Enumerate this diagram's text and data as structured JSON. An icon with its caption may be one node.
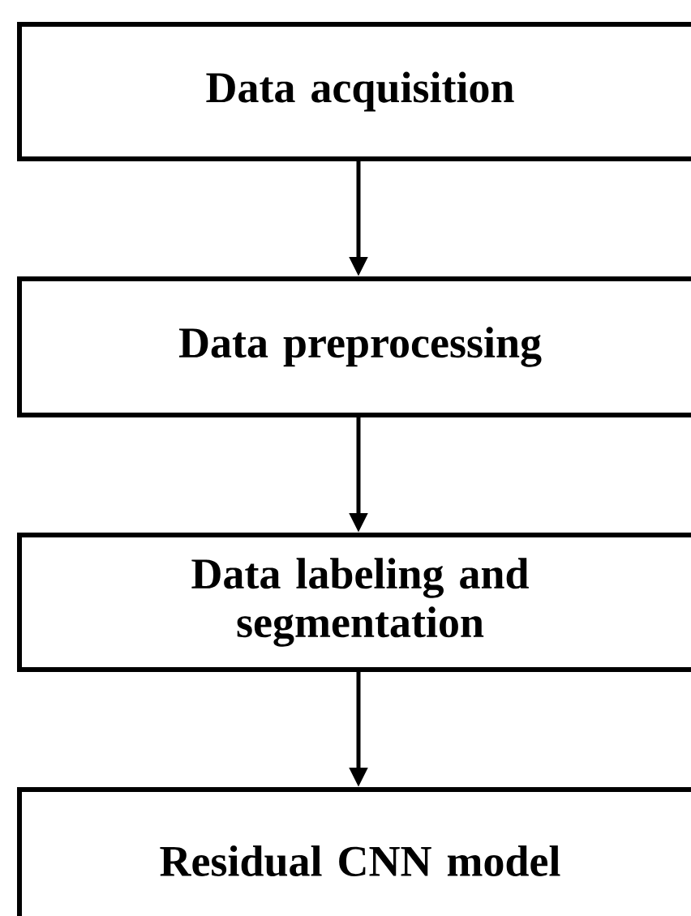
{
  "diagram": {
    "nodes": [
      {
        "text": [
          "Data acquisition"
        ]
      },
      {
        "text": [
          "Data preprocessing"
        ]
      },
      {
        "text": [
          "Data labeling and segmentation"
        ]
      },
      {
        "text": [
          "Residual CNN model"
        ]
      }
    ],
    "edges": [
      {
        "from": 0,
        "to": 1,
        "arrow": "to"
      },
      {
        "from": 1,
        "to": 2,
        "arrow": "to"
      },
      {
        "from": 2,
        "to": 3,
        "arrow": "to"
      }
    ]
  }
}
